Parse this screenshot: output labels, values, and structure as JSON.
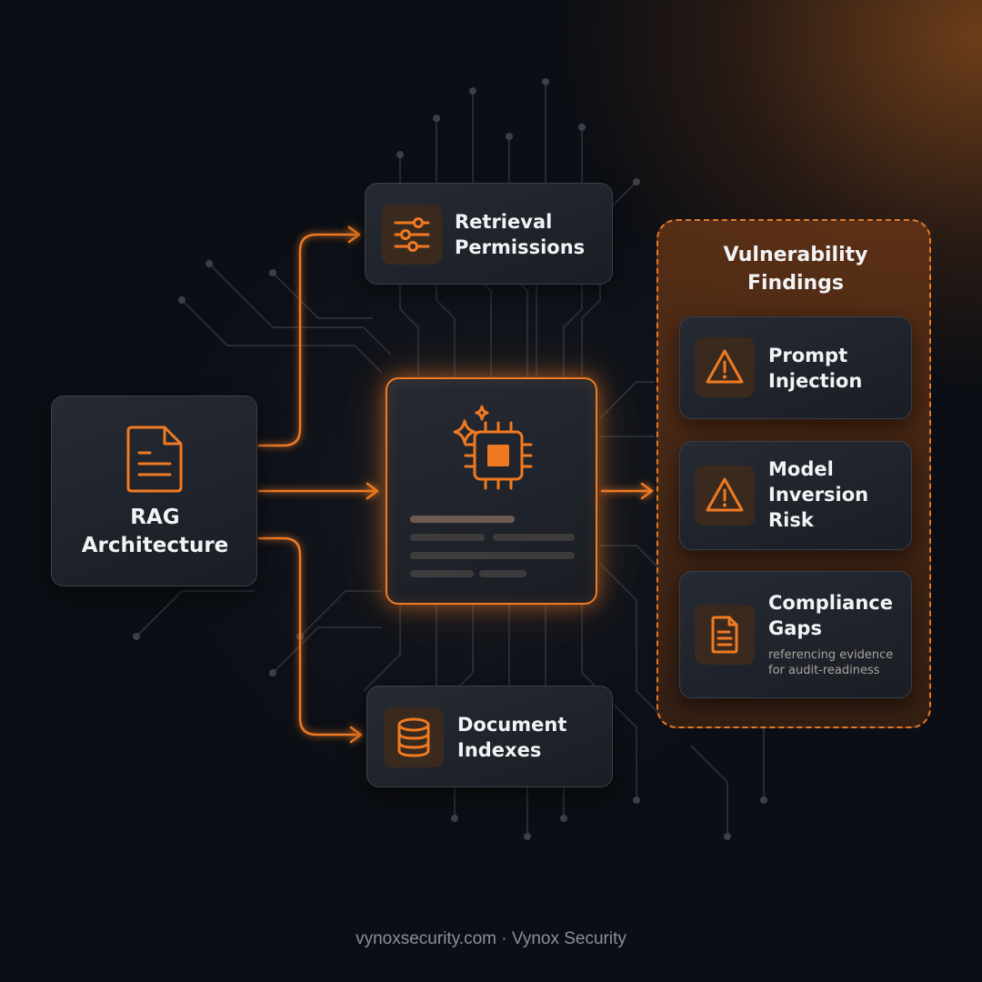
{
  "source": {
    "label": "RAG\nArchitecture",
    "icon": "document-icon"
  },
  "nodes": {
    "retrieval": {
      "label": "Retrieval\nPermissions",
      "icon": "sliders-icon"
    },
    "documents": {
      "label": "Document\nIndexes",
      "icon": "database-icon"
    },
    "core": {
      "icon": "ai-chip-icon"
    }
  },
  "findings": {
    "title": "Vulnerability\nFindings",
    "items": [
      {
        "label": "Prompt\nInjection",
        "icon": "warning-icon",
        "sublabel": ""
      },
      {
        "label": "Model\nInversion\nRisk",
        "icon": "warning-icon",
        "sublabel": ""
      },
      {
        "label": "Compliance\nGaps",
        "icon": "document-icon",
        "sublabel": "referencing evidence\nfor audit-readiness"
      }
    ]
  },
  "footer": "vynoxsecurity.com · Vynox Security",
  "colors": {
    "accent": "#f07a22",
    "card": "#1e2129",
    "background": "#0b0e14"
  }
}
